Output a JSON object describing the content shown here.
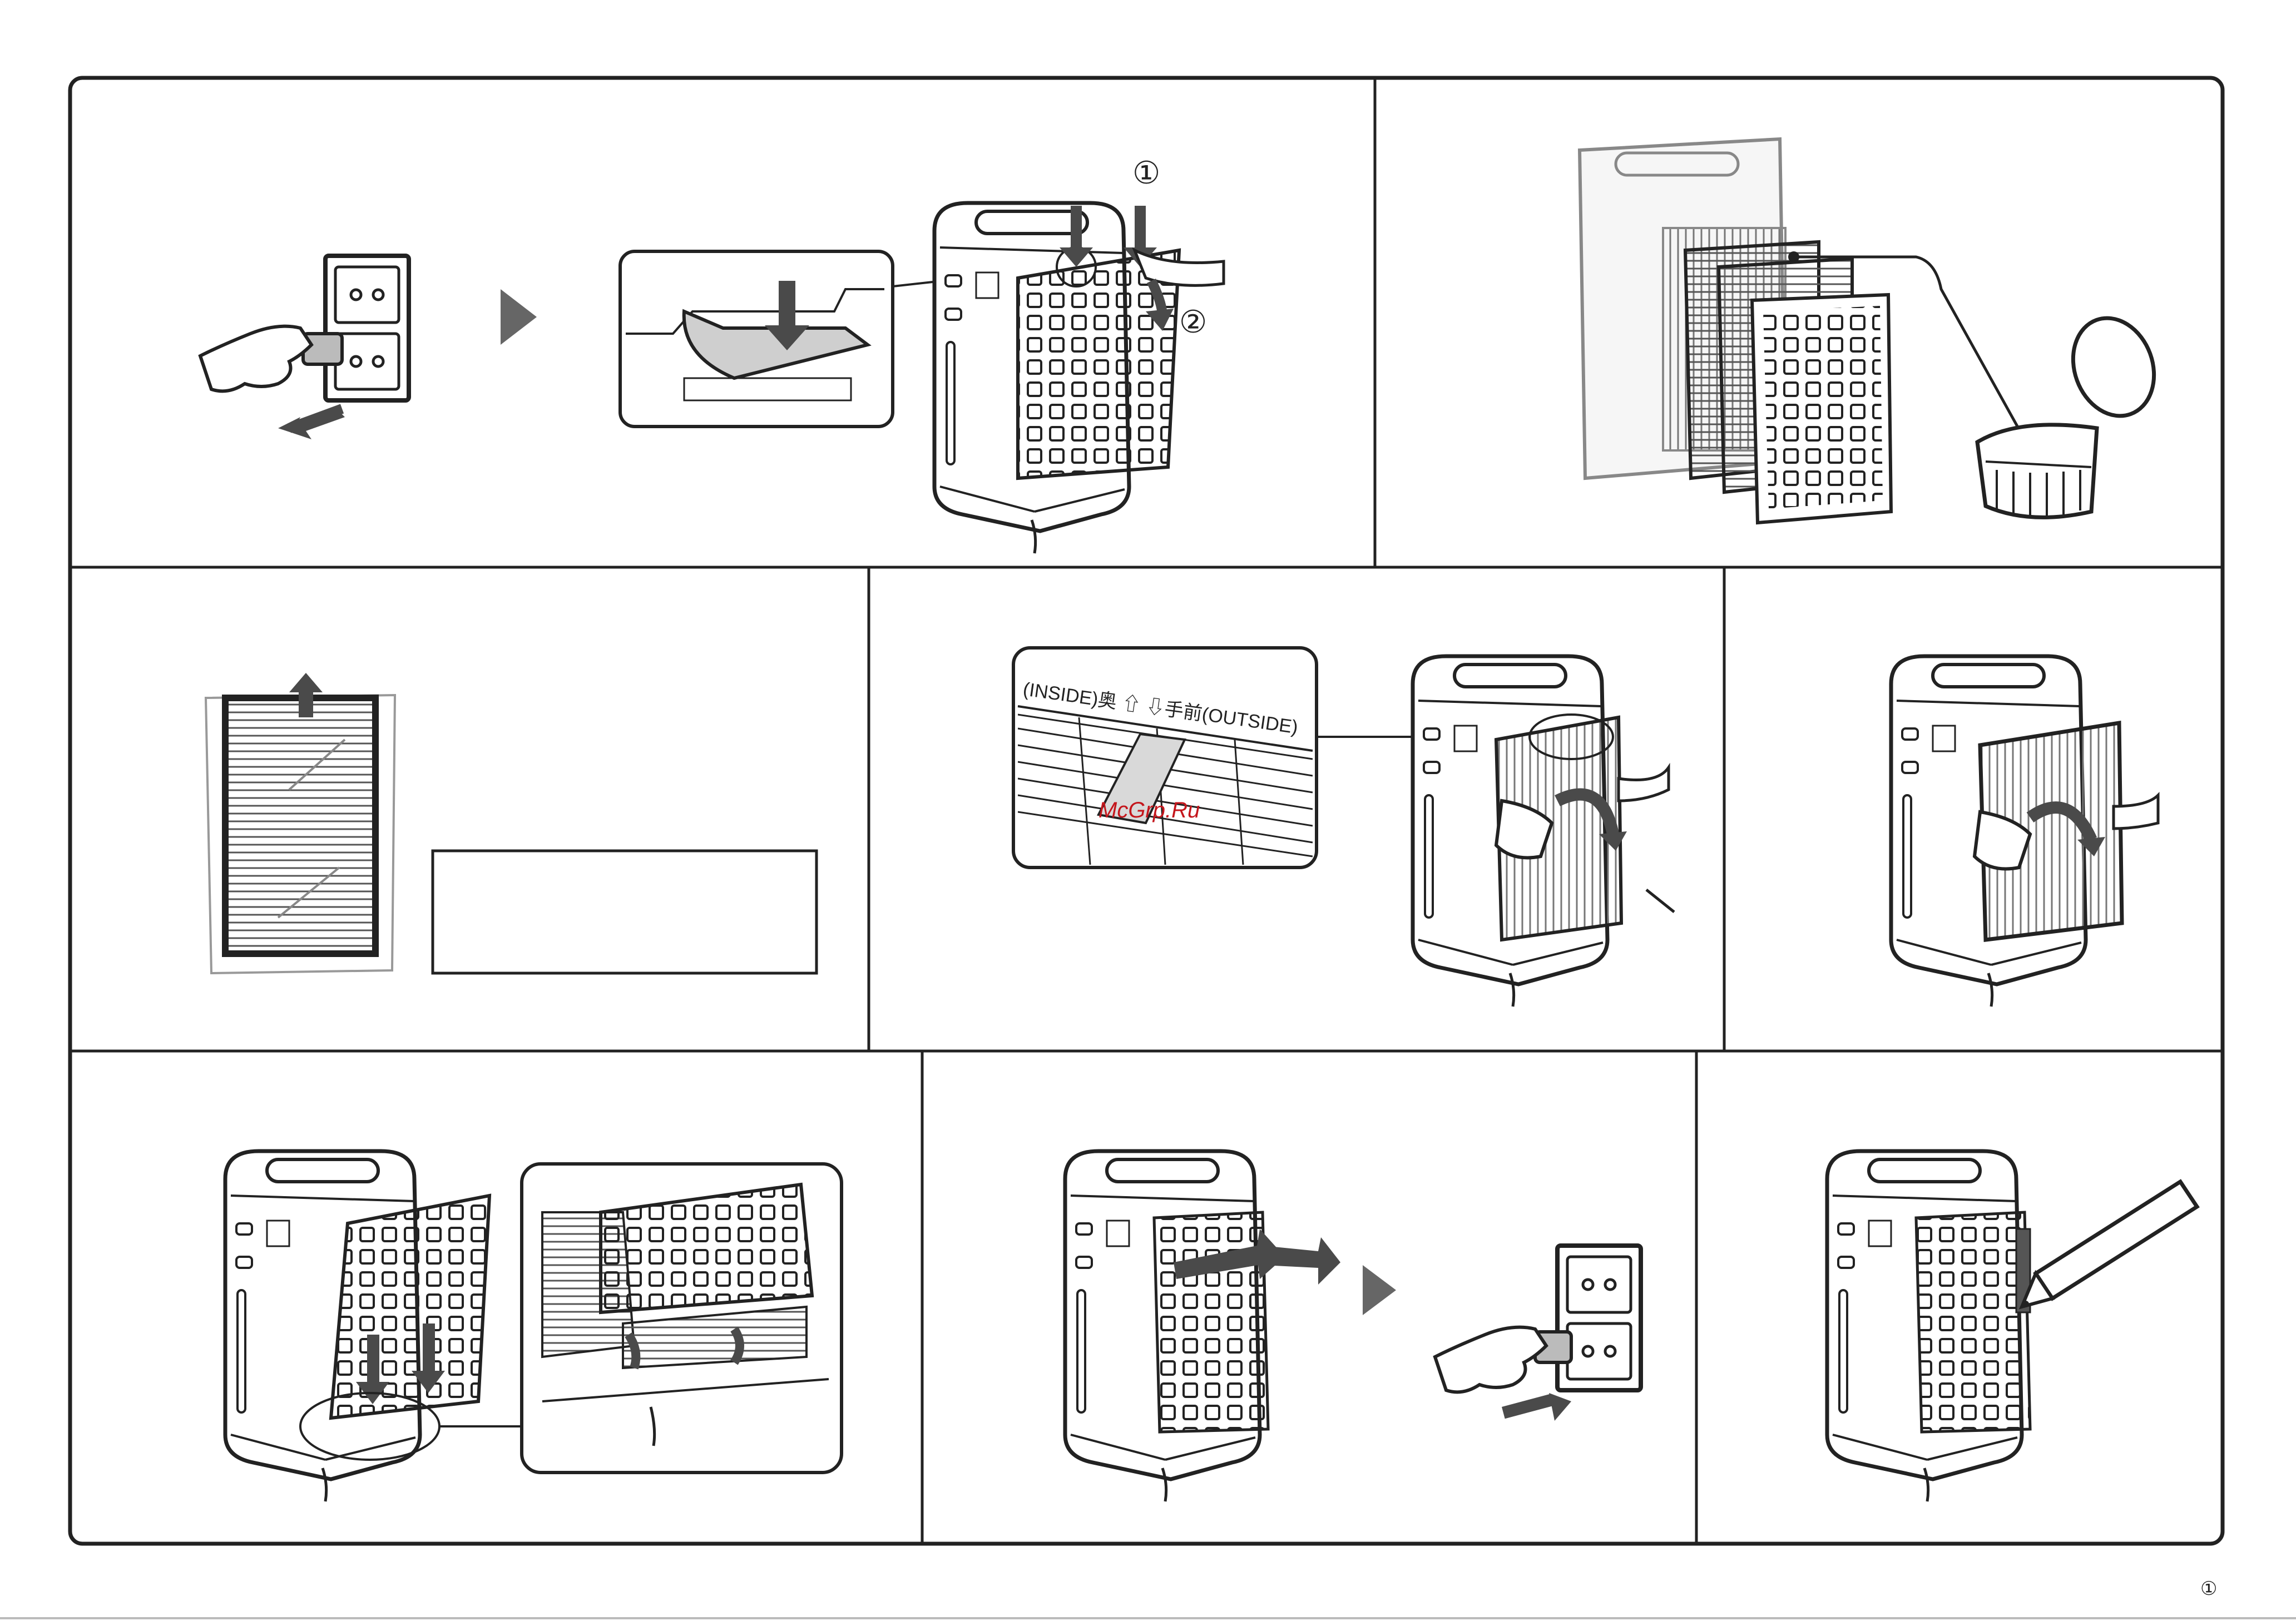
{
  "page": {
    "background": "#ffffff",
    "line_color": "#222222",
    "arrow_color": "#4a4a4a",
    "page_marker": "①"
  },
  "panels": [
    {
      "id": "unplug",
      "icons": [
        "hand-icon",
        "wall-outlet-icon",
        "plug-icon",
        "pull-arrow-icon"
      ]
    },
    {
      "id": "release-front-panel",
      "step_marks": [
        "①",
        "②"
      ],
      "icons": [
        "air-purifier-icon",
        "hand-icon",
        "press-arrow-icon",
        "detail-callout-icon"
      ]
    },
    {
      "id": "remove-filters",
      "icons": [
        "air-purifier-icon",
        "filter-icon",
        "container-icon"
      ]
    },
    {
      "id": "unpack-new-filter",
      "icons": [
        "filter-icon",
        "bag-icon",
        "up-arrow-icon"
      ]
    },
    {
      "id": "insert-hepa-filter",
      "label_text": "(INSIDE)奥 ⇧ ⇩手前(OUTSIDE)",
      "watermark": "McGrp.Ru",
      "icons": [
        "air-purifier-icon",
        "filter-icon",
        "hand-icon"
      ]
    },
    {
      "id": "insert-second-filter",
      "icons": [
        "air-purifier-icon",
        "filter-icon",
        "hand-icon"
      ]
    },
    {
      "id": "attach-front-panel",
      "icons": [
        "air-purifier-icon",
        "front-panel-icon",
        "detail-callout-icon"
      ]
    },
    {
      "id": "replug",
      "icons": [
        "air-purifier-icon",
        "hand-icon",
        "wall-outlet-icon",
        "plug-icon"
      ]
    },
    {
      "id": "write-date",
      "icons": [
        "air-purifier-icon",
        "pen-icon"
      ]
    }
  ]
}
